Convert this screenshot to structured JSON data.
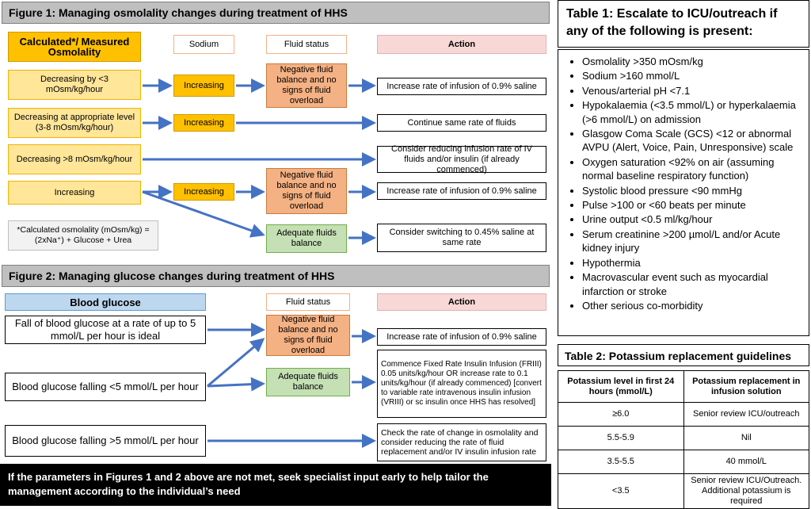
{
  "fig1": {
    "title": "Figure 1: Managing osmolality changes during treatment of HHS",
    "header_osmolality": "Calculated*/ Measured Osmolality",
    "header_sodium": "Sodium",
    "header_fluid": "Fluid status",
    "header_action": "Action",
    "row1_left": "Decreasing by <3 mOsm/kg/hour",
    "row1_sodium": "Increasing",
    "row1_fluid": "Negative fluid balance and no signs of fluid overload",
    "row1_action": "Increase rate of infusion of 0.9% saline",
    "row2_left": "Decreasing at appropriate level (3-8 mOsm/kg/hour)",
    "row2_sodium": "Increasing",
    "row2_action": "Continue same rate of fluids",
    "row3_left": "Decreasing >8 mOsm/kg/hour",
    "row3_action": "Consider reducing infusion rate of IV fluids and/or insulin (if already commenced)",
    "row4_left": "Increasing",
    "row4_sodium": "Increasing",
    "row4_fluid": "Negative fluid balance and no signs of fluid overload",
    "row4_action": "Increase rate of infusion of 0.9% saline",
    "row5_fluid": "Adequate fluids balance",
    "row5_action": "Consider switching to 0.45% saline at same rate",
    "footnote": "*Calculated osmolality (mOsm/kg) = (2xNa⁺) + Glucose + Urea"
  },
  "fig2": {
    "title": "Figure 2: Managing glucose changes during treatment of HHS",
    "header_glucose": "Blood glucose",
    "header_fluid": "Fluid status",
    "header_action": "Action",
    "row1_left": "Fall of blood glucose at a rate of up to 5 mmol/L per hour is ideal",
    "row1_fluid": "Negative fluid balance and no signs of fluid overload",
    "row1_action": "Increase rate of infusion of 0.9% saline",
    "row2_left": "Blood glucose falling <5 mmol/L per hour",
    "row2_fluid": "Adequate fluids balance",
    "row2_action": "Commence Fixed Rate Insulin Infusion (FRIII) 0.05 units/kg/hour OR increase rate to 0.1 units/kg/hour (if already commenced) [convert to variable rate intravenous insulin infusion (VRIII) or sc insulin once HHS has resolved]",
    "row3_left": "Blood glucose falling >5 mmol/L per hour",
    "row3_action": "Check the rate of change in osmolality and consider reducing the rate of fluid replacement and/or IV insulin infusion rate"
  },
  "banner": "If the parameters in Figures 1 and 2 above are not met, seek specialist input early to help tailor the management according to the individual’s need",
  "table1": {
    "title": "Table 1: Escalate to ICU/outreach if any of the following is present:",
    "items": [
      "Osmolality >350 mOsm/kg",
      "Sodium >160 mmol/L",
      "Venous/arterial pH <7.1",
      "Hypokalaemia (<3.5 mmol/L) or hyperkalaemia (>6 mmol/L) on admission",
      "Glasgow Coma Scale (GCS) <12 or abnormal AVPU (Alert, Voice, Pain, Unresponsive) scale",
      "Oxygen saturation <92% on air (assuming normal baseline respiratory function)",
      "Systolic blood pressure <90 mmHg",
      "Pulse >100 or <60 beats per minute",
      "Urine output <0.5 ml/kg/hour",
      "Serum creatinine >200 µmol/L and/or Acute kidney injury",
      "Hypothermia",
      "Macrovascular event such as myocardial infarction or stroke",
      "Other serious co-morbidity"
    ]
  },
  "table2": {
    "title": "Table 2: Potassium replacement guidelines",
    "col1": "Potassium level in first 24 hours (mmol/L)",
    "col2": "Potassium replacement in infusion solution",
    "rows": [
      {
        "level": "≥6.0",
        "replacement": "Senior review ICU/outreach"
      },
      {
        "level": "5.5-5.9",
        "replacement": "Nil"
      },
      {
        "level": "3.5-5.5",
        "replacement": "40 mmol/L"
      },
      {
        "level": "<3.5",
        "replacement": "Senior review ICU/Outreach. Additional potassium is required"
      }
    ]
  },
  "colors": {
    "yellow": "#ffc000",
    "orange": "#f4b183",
    "green": "#c5e0b4",
    "blue_arrow": "#4472c4"
  }
}
